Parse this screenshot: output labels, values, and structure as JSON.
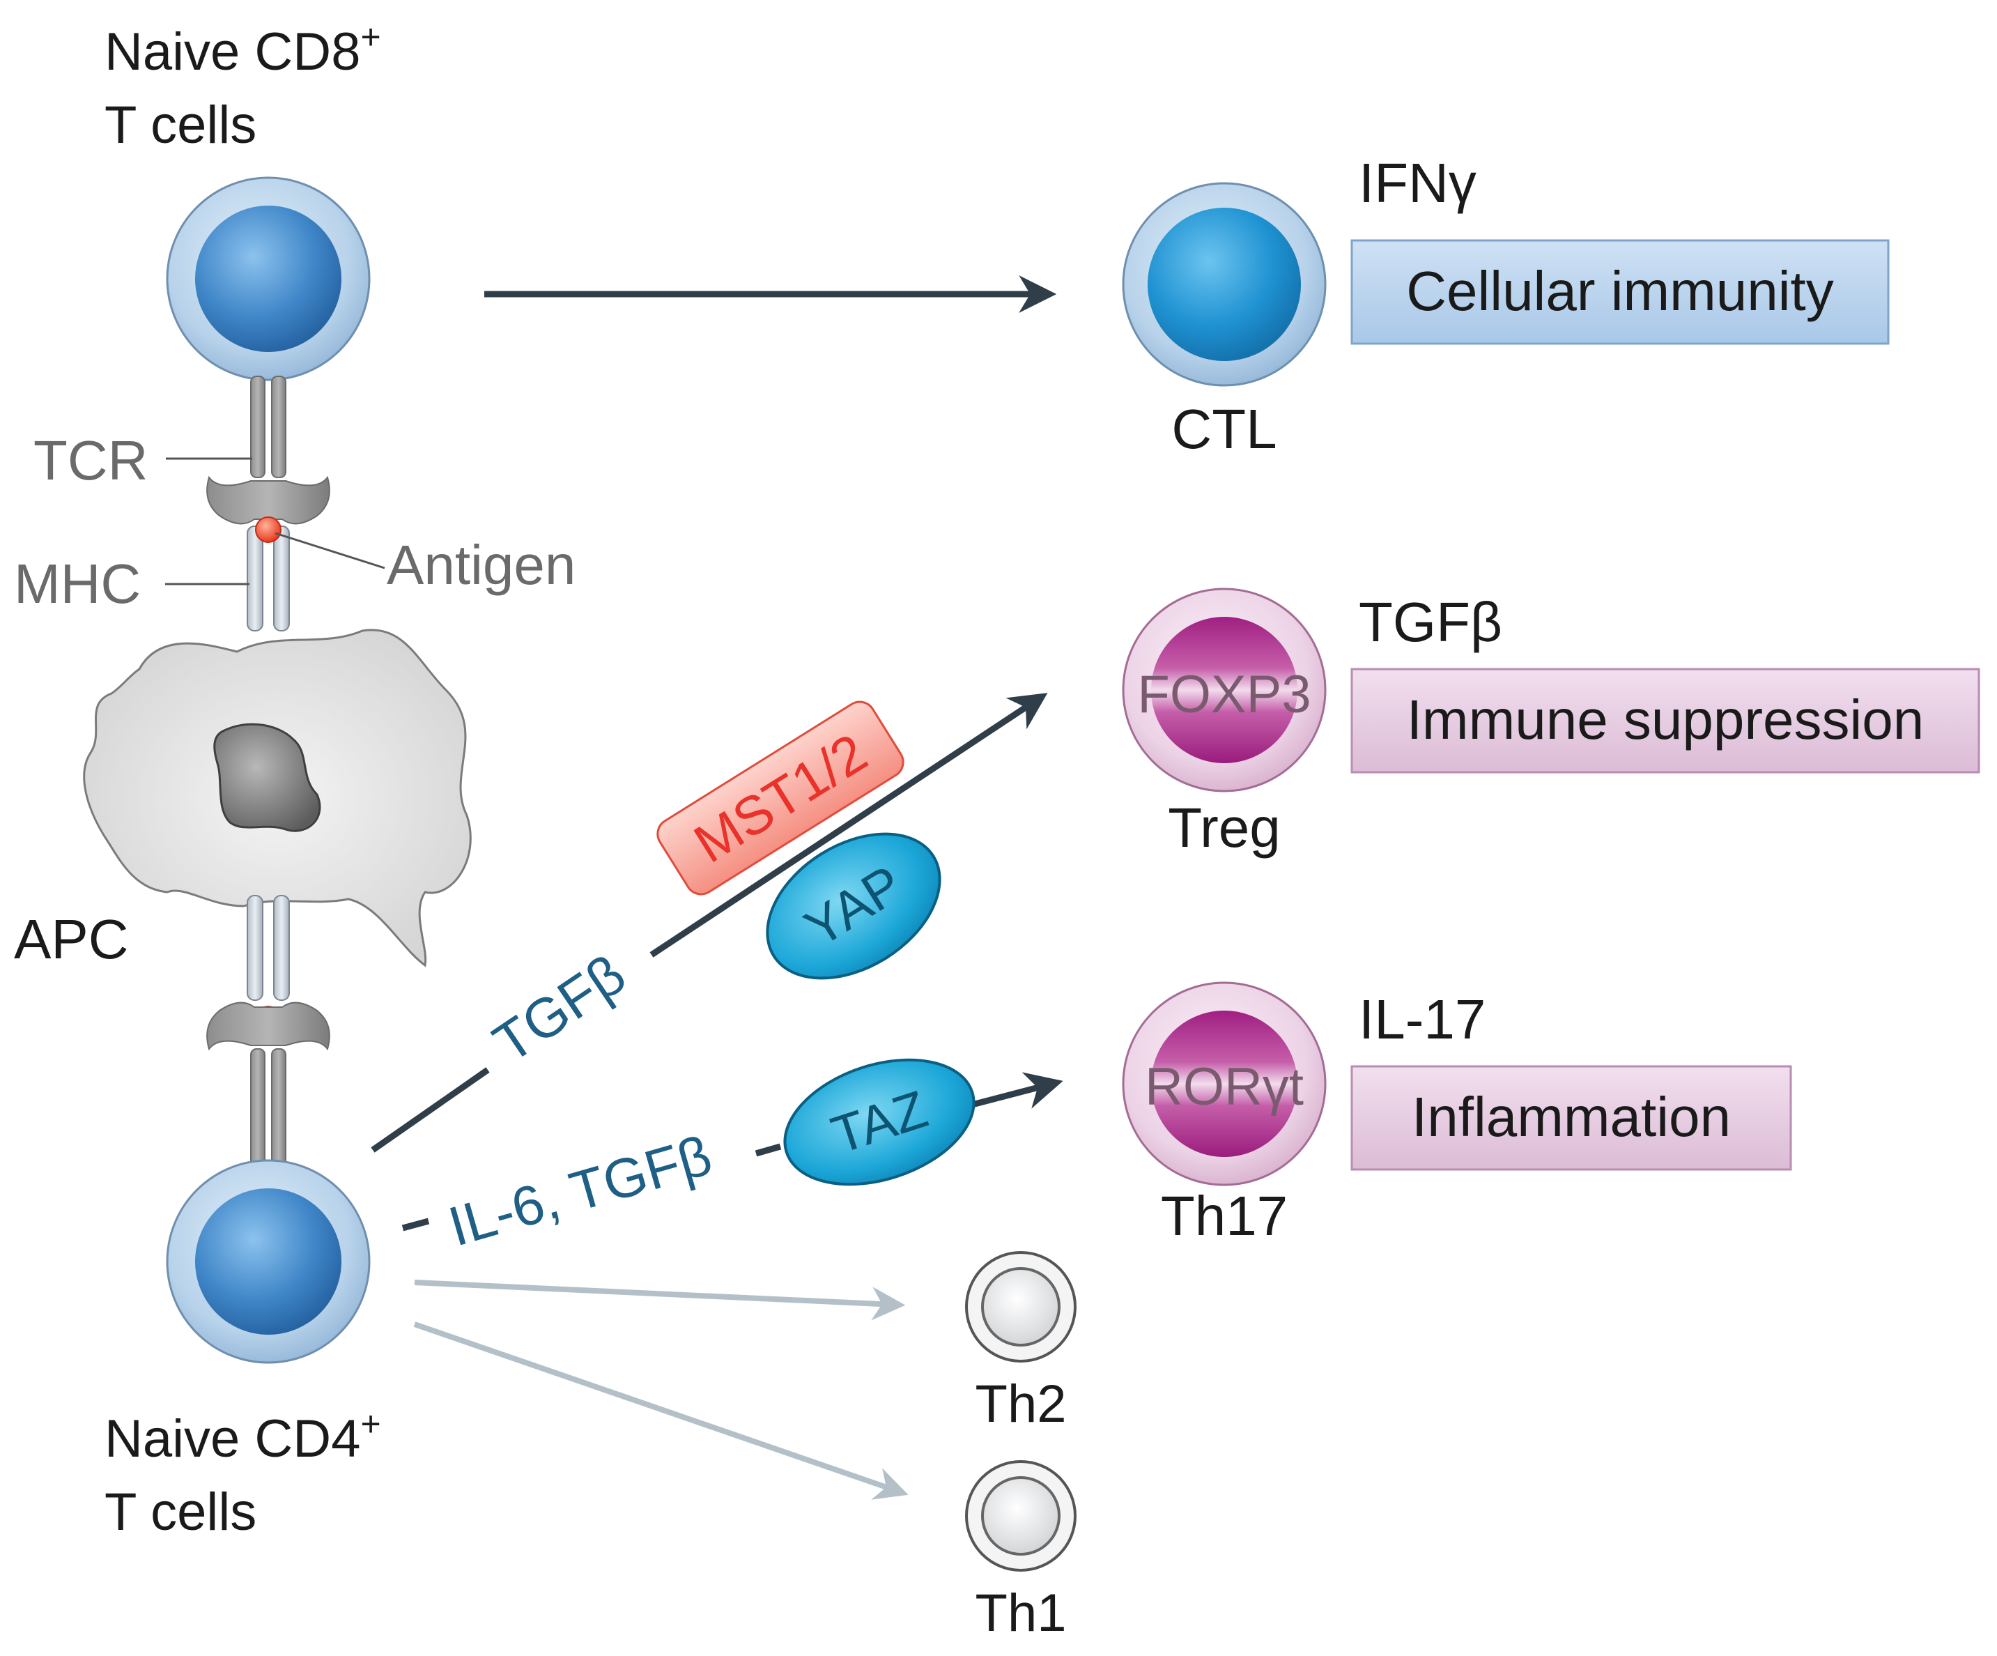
{
  "cells": {
    "naive_cd8": {
      "line1": "Naive CD8",
      "sup": "+",
      "line2": "T cells"
    },
    "naive_cd4": {
      "line1": "Naive CD4",
      "sup": "+",
      "line2": "T cells"
    },
    "apc": "APC",
    "ctl": "CTL",
    "treg": "Treg",
    "th17": "Th17",
    "th2": "Th2",
    "th1": "Th1"
  },
  "receptors": {
    "tcr": "TCR",
    "mhc": "MHC",
    "antigen": "Antigen"
  },
  "transcription_factors": {
    "foxp3": "FOXP3",
    "rorgt": "RORγt"
  },
  "cytokines": {
    "ifng": "IFNγ",
    "tgfb_treg": "TGFβ",
    "il17": "IL-17"
  },
  "signals": {
    "tgfb_path": "TGFβ",
    "il6_tgfb_path": "IL-6, TGFβ"
  },
  "regulators": {
    "mst": "MST1/2",
    "yap": "YAP",
    "taz": "TAZ"
  },
  "outcomes": {
    "cellular_immunity": "Cellular immunity",
    "immune_suppression": "Immune suppression",
    "inflammation": "Inflammation"
  },
  "colors": {
    "arrow_dark": "#2f3e49",
    "arrow_light": "#b3c0c7",
    "signal_text": "#1f5f86",
    "mst_red": "#e8322a",
    "cellular_box": "#b9d3ec",
    "purple_box": "#e6cde2"
  }
}
